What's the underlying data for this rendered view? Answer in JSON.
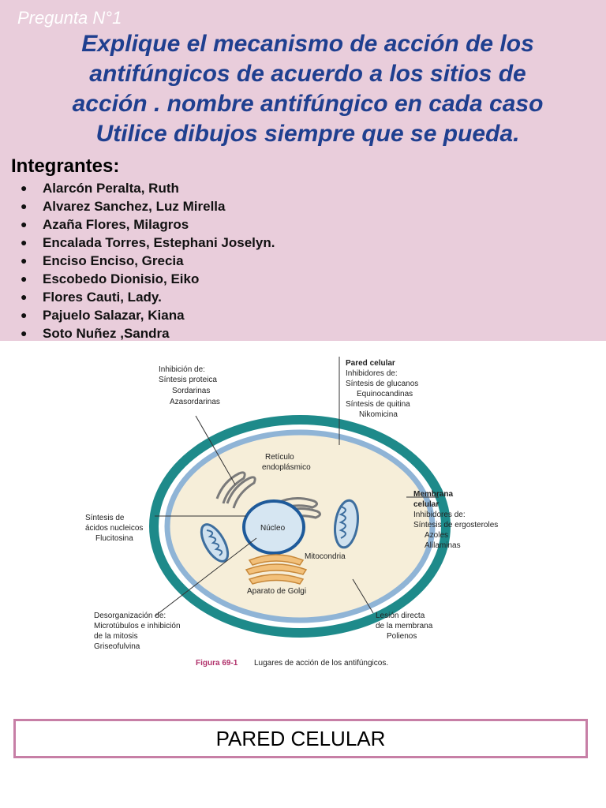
{
  "header": {
    "label": "Pregunta N°1",
    "question_lines": [
      "Explique el mecanismo de acción de los",
      "antifúngicos de acuerdo a los sitios de",
      "acción . nombre antifúngico en cada caso",
      "Utilice dibujos siempre que se pueda."
    ]
  },
  "members": {
    "title": "Integrantes:",
    "bullet": "●",
    "names": [
      "Alarcón Peralta, Ruth",
      "Alvarez Sanchez, Luz Mirella",
      "Azaña Flores, Milagros",
      "Encalada Torres, Estephani Joselyn.",
      "Enciso Enciso, Grecia",
      "Escobedo Dionisio, Eiko",
      "Flores Cauti, Lady.",
      "Pajuelo Salazar, Kiana",
      "Soto Nuñez ,Sandra"
    ]
  },
  "figure": {
    "top_left": [
      "Inhibición de:",
      "Síntesis proteica",
      "Sordarinas",
      "Azasordarinas"
    ],
    "top_right_title": "Pared celular",
    "top_right": [
      "Inhibidores de:",
      "Síntesis de glucanos",
      "Equinocandinas",
      "Síntesis de quitina",
      "Nikomicina"
    ],
    "membrane_title": [
      "Membrana",
      "celular"
    ],
    "membrane": [
      "Inhibidores de:",
      "Síntesis de ergosteroles",
      "Azoles",
      "Alilaminas"
    ],
    "left": [
      "Síntesis de",
      "ácidos nucleicos",
      "Flucitosina"
    ],
    "bottom_left": [
      "Desorganización de:",
      "Microtúbulos e inhibición",
      "de la mitosis",
      "Griseofulvina"
    ],
    "bottom_right": [
      "Lesión directa",
      "de la membrana",
      "Polienos"
    ],
    "reticulo": [
      "Retículo",
      "endoplásmico"
    ],
    "nucleo": "Núcleo",
    "mitocondria": "Mitocondria",
    "golgi": "Aparato de Golgi",
    "caption_number": "Figura 69-1",
    "caption_text": "Lugares de acción de los antifúngicos."
  },
  "footer": {
    "box_label": "PARED CELULAR"
  },
  "colors": {
    "band": "#e9cddb",
    "question": "#1f3f8f",
    "cell_wall": "#1e8a8a",
    "membrane": "#8fb4d6",
    "cytoplasm": "#f6eed9",
    "nucleus": "#d6e6f2",
    "box_border": "#c77fa6"
  }
}
